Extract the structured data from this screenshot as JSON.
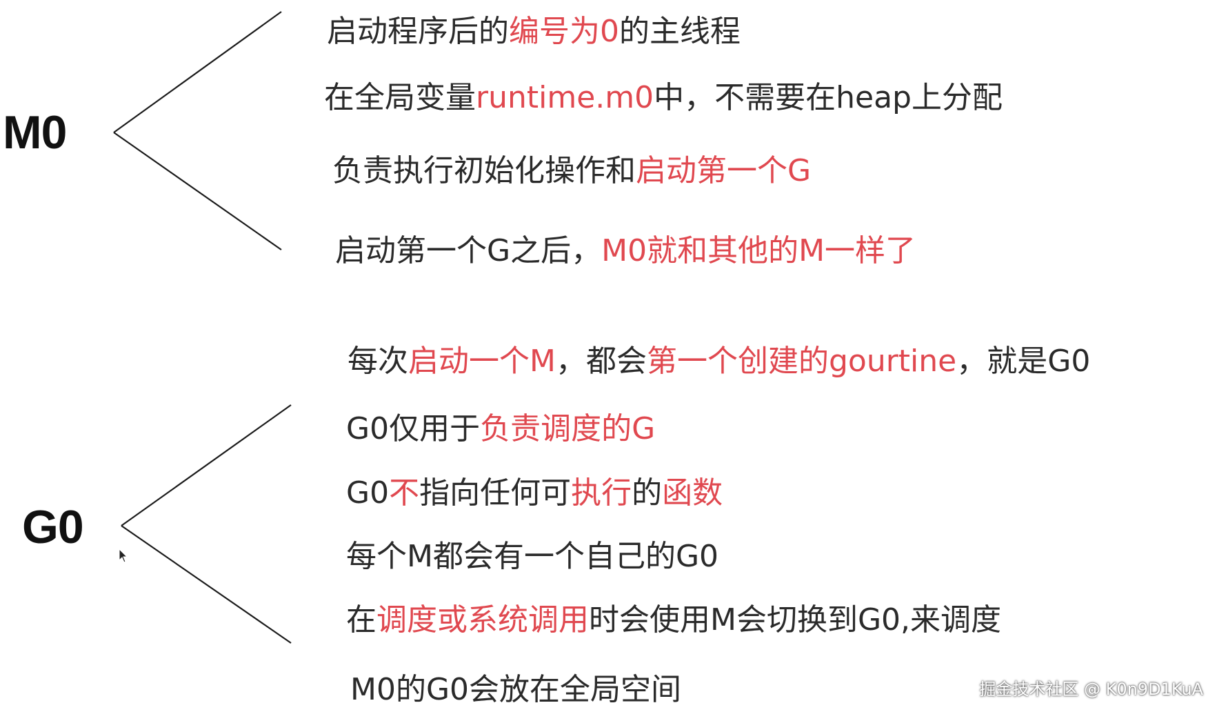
{
  "groups": [
    {
      "label": "M0",
      "lines": [
        [
          {
            "t": "启动程序后的",
            "c": "black"
          },
          {
            "t": "编号为0",
            "c": "red"
          },
          {
            "t": "的主线程",
            "c": "black"
          }
        ],
        [
          {
            "t": "在全局变量",
            "c": "black"
          },
          {
            "t": "runtime.m0",
            "c": "red"
          },
          {
            "t": "中，不需要在heap上分配",
            "c": "black"
          }
        ],
        [
          {
            "t": "负责执行初始化操作和",
            "c": "black"
          },
          {
            "t": "启动第一个G",
            "c": "red"
          }
        ],
        [
          {
            "t": "启动第一个G之后，",
            "c": "black"
          },
          {
            "t": "M0就和其他的M一样了",
            "c": "red"
          }
        ]
      ]
    },
    {
      "label": "G0",
      "lines": [
        [
          {
            "t": "每次",
            "c": "black"
          },
          {
            "t": "启动一个M",
            "c": "red"
          },
          {
            "t": "，都会",
            "c": "black"
          },
          {
            "t": "第一个创建的gourtine",
            "c": "red"
          },
          {
            "t": "，就是G0",
            "c": "black"
          }
        ],
        [
          {
            "t": "G0仅用于",
            "c": "black"
          },
          {
            "t": "负责调度的G",
            "c": "red"
          }
        ],
        [
          {
            "t": "G0",
            "c": "black"
          },
          {
            "t": "不",
            "c": "red"
          },
          {
            "t": "指向任何可",
            "c": "black"
          },
          {
            "t": "执行",
            "c": "red"
          },
          {
            "t": "的",
            "c": "black"
          },
          {
            "t": "函数",
            "c": "red"
          }
        ],
        [
          {
            "t": "每个M都会有一个自己的G0",
            "c": "black"
          }
        ],
        [
          {
            "t": "在",
            "c": "black"
          },
          {
            "t": "调度或系统调用",
            "c": "red"
          },
          {
            "t": "时会使用M会切换到G0,来调度",
            "c": "black"
          }
        ],
        [
          {
            "t": "M0的G0会放在全局空间",
            "c": "black"
          }
        ]
      ]
    }
  ],
  "watermark": "掘金技术社区 @ K0n9D1KuA",
  "colors": {
    "accent": "#e0484f",
    "text": "#2a2a2a",
    "lines": "#1a1a1a"
  }
}
